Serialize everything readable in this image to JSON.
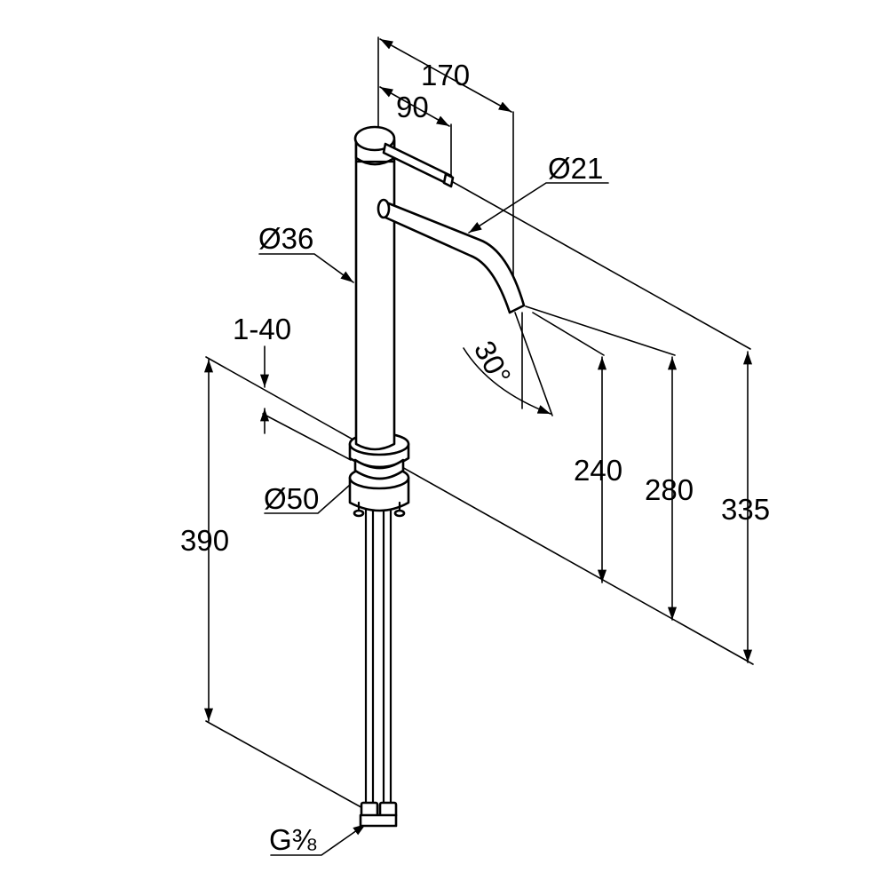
{
  "labels": {
    "width_total": "170",
    "width_lever": "90",
    "dia_spout": "Ø21",
    "dia_body": "Ø36",
    "deck_thickness": "1-40",
    "angle": "30°",
    "dia_base": "Ø50",
    "height_spout": "240",
    "height_lever": "280",
    "height_total": "335",
    "hose_length": "390",
    "connection": "G⅜"
  }
}
